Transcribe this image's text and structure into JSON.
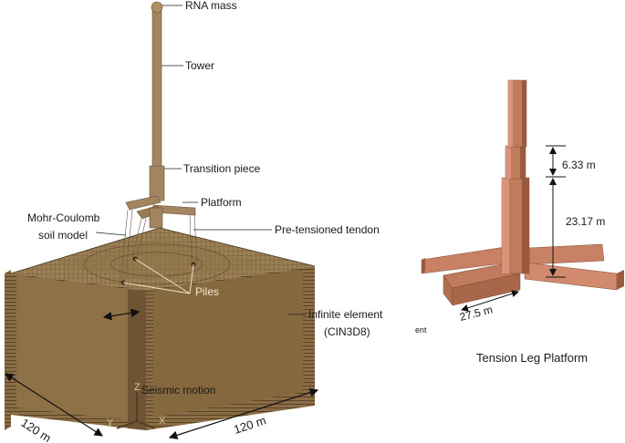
{
  "labels": {
    "rna_mass": "RNA mass",
    "tower": "Tower",
    "transition_piece": "Transition piece",
    "platform": "Platform",
    "mohr_coulomb_line1": "Mohr-Coulomb",
    "mohr_coulomb_line2": "soil model",
    "pre_tensioned_tendon": "Pre-tensioned tendon",
    "piles": "Piles",
    "infinite_element_line1": "Infinite element",
    "infinite_element_line2": "(CIN3D8)",
    "stray_fragment": "ent",
    "seismic_motion": "Seismic motion",
    "axis_z": "Z",
    "axis_y": "Y",
    "axis_x": "X",
    "dim_left": "120 m",
    "dim_right": "120 m",
    "dim_633": "6.33 m",
    "dim_2317": "23.17 m",
    "dim_275": "27.5 m",
    "tlp_title": "Tension Leg Platform"
  },
  "colors": {
    "soil_front": "#8f7148",
    "soil_side": "#7d6140",
    "soil_top": "#a08459",
    "structure": "#a48561",
    "tlp_body": "#c07a5c",
    "tlp_dark": "#9a5a40",
    "tlp_light": "#d9937a",
    "line": "#111111"
  }
}
